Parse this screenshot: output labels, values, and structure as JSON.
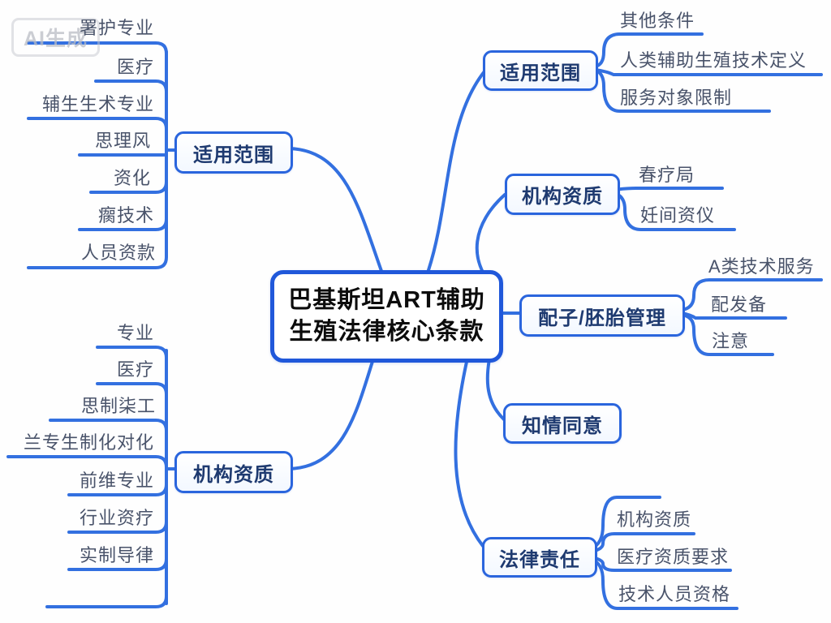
{
  "watermark": {
    "label": "AI生成"
  },
  "center": {
    "title_line1": "巴基斯坦ART辅助",
    "title_line2": "生殖法律核心条款"
  },
  "left_branches": [
    {
      "label": "适用范围",
      "children": [
        "署护专业",
        "医疗",
        "辅生生术专业",
        "思理风",
        "资化",
        "瘸技术",
        "人员资款"
      ]
    },
    {
      "label": "机构资质",
      "children": [
        "专业",
        "医疗",
        "思制柒工",
        "兰专生制化对化",
        "前维专业",
        "行业资疗",
        "实制导律"
      ]
    }
  ],
  "right_branches": [
    {
      "label": "适用范围",
      "children": [
        "其他条件",
        "人类辅助生殖技术定义",
        "服务对象限制"
      ]
    },
    {
      "label": "机构资质",
      "children": [
        "春疗局",
        "妊间资仪"
      ]
    },
    {
      "label": "配子/胚胎管理",
      "children": [
        "A类技术服务",
        "配发备",
        "注意"
      ]
    },
    {
      "label": "知情同意",
      "children": []
    },
    {
      "label": "法律责任",
      "children": [
        "机构资质",
        "医疗资质要求",
        "技术人员资格"
      ]
    }
  ],
  "colors": {
    "branch_line": "#3370e0",
    "node_border": "#2a65dd",
    "node_text": "#1e3a70",
    "child_text": "#49536a",
    "center_text": "#0c0c0c"
  }
}
